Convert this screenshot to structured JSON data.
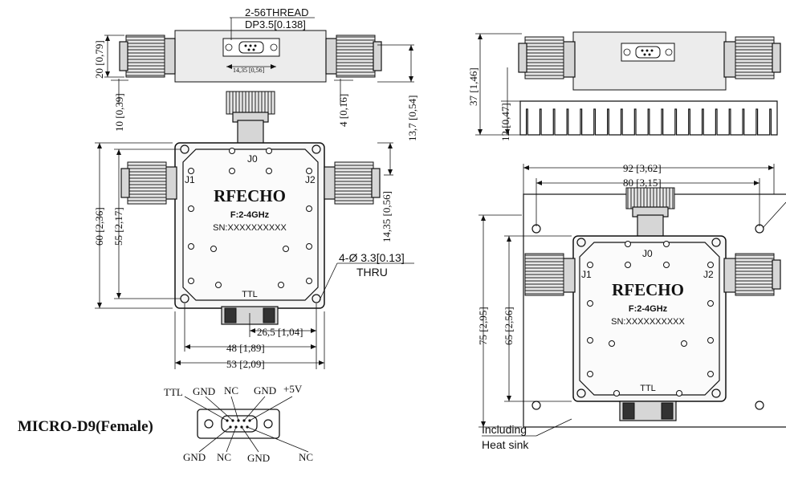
{
  "top_view": {
    "thread_label": "2-56THREAD",
    "depth_label": "DP3.5[0.138]",
    "center_dim": "14,35 [0,56]",
    "height_left": "20 [0,79]",
    "offset_left": "10 [0,39]",
    "offset_right": "4 [0,16]",
    "height_right": "13,7 [0,54]"
  },
  "front_view": {
    "brand": "RFECHO",
    "freq": "F:2-4GHz",
    "serial": "SN:XXXXXXXXXX",
    "port_j0": "J0",
    "port_j1": "J1",
    "port_j2": "J2",
    "ttl": "TTL",
    "outer_height": "60 [2,36]",
    "inner_height": "55 [2,17]",
    "side_dim": "14,35 [0,56]",
    "hole_spec": "4-Ø 3.3[0.13]",
    "hole_type": "THRU",
    "dim_26": "26,5 [1,04]",
    "dim_48": "48 [1,89]",
    "dim_53": "53 [2,09]"
  },
  "connector": {
    "title": "MICRO-D9(Female)",
    "pins_top": [
      "TTL",
      "GND",
      "NC",
      "GND",
      "+5V"
    ],
    "pins_bottom": [
      "GND",
      "NC",
      "GND",
      "NC"
    ]
  },
  "side_view": {
    "height_total": "37 [1,46]",
    "sink_height": "12 [0,47]"
  },
  "heatsink_view": {
    "brand": "RFECHO",
    "freq": "F:2-4GHz",
    "serial": "SN:XXXXXXXXXX",
    "port_j0": "J0",
    "port_j1": "J1",
    "port_j2": "J2",
    "ttl": "TTL",
    "dim_92": "92 [3,62]",
    "dim_80": "80 [3,15]",
    "dim_75": "75 [2,95]",
    "dim_65": "65 [2,56]",
    "note_line1": "Including",
    "note_line2": "Heat sink"
  }
}
